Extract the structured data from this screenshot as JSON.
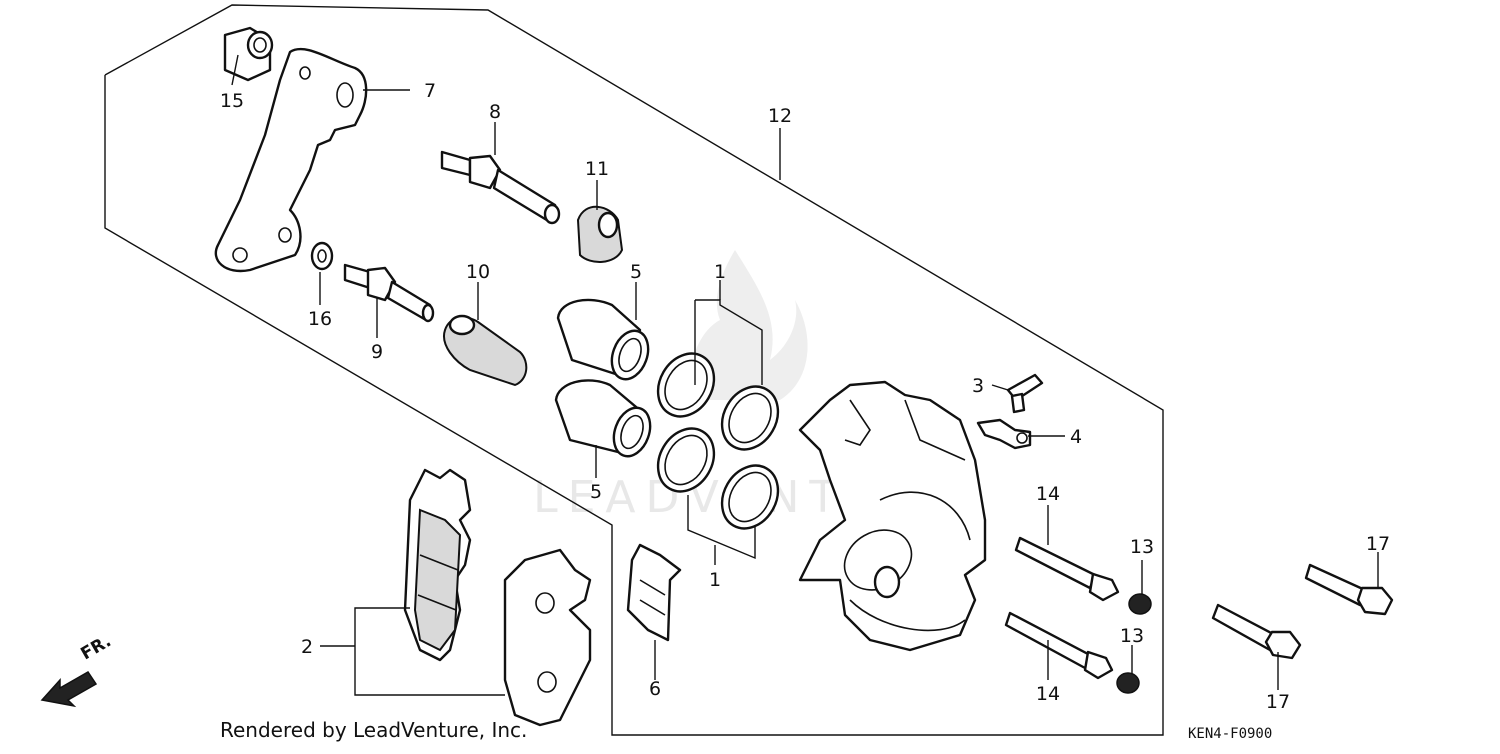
{
  "callouts": {
    "c1_top": "1",
    "c1_bottom": "1",
    "c2": "2",
    "c3": "3",
    "c4": "4",
    "c5_top": "5",
    "c5_bottom": "5",
    "c6": "6",
    "c7": "7",
    "c8": "8",
    "c9": "9",
    "c10": "10",
    "c11": "11",
    "c12": "12",
    "c13_top": "13",
    "c13_bottom": "13",
    "c14_top": "14",
    "c14_bottom": "14",
    "c15": "15",
    "c16": "16",
    "c17_top": "17",
    "c17_bottom": "17"
  },
  "watermark": "LEADVENTURE",
  "direction_label": "FR.",
  "footer": {
    "credit": "Rendered by LeadVenture, Inc.",
    "diagram_code": "KEN4-F0900"
  },
  "colors": {
    "ink": "#111111",
    "watermark": "#e6e6e6",
    "background": "#ffffff"
  }
}
